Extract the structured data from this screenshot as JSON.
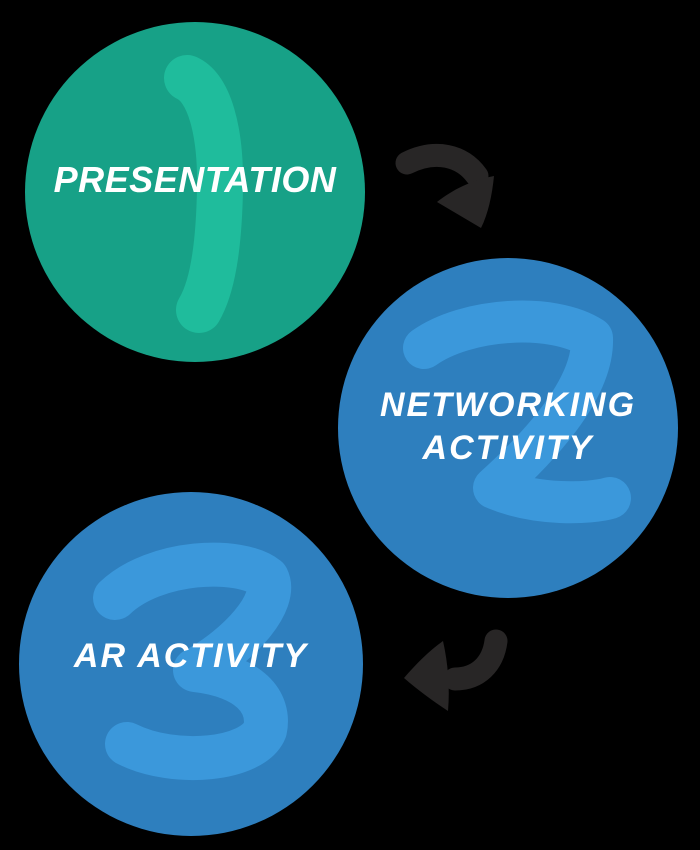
{
  "canvas": {
    "background_color": "#000000"
  },
  "diagram": {
    "kind": "three-step process cycle",
    "steps": [
      {
        "number": "1",
        "label": "PRESENTATION",
        "circle_color": "#17A187",
        "number_color": "#1FBC9C",
        "label_color": "#FFFFFF"
      },
      {
        "number": "2",
        "label": "NETWORKING ACTIVITY",
        "label_lines": [
          "NETWORKING",
          "ACTIVITY"
        ],
        "circle_color": "#2E7FBE",
        "number_color": "#3B98DB",
        "label_color": "#FFFFFF"
      },
      {
        "number": "3",
        "label": "AR ACTIVITY",
        "circle_color": "#2E7FBE",
        "number_color": "#3B98DB",
        "label_color": "#FFFFFF"
      }
    ],
    "arrows": [
      {
        "name": "arrow-step1-to-step2",
        "direction": "down-right",
        "color": "#282626"
      },
      {
        "name": "arrow-step2-to-step3",
        "direction": "down-left",
        "color": "#282626"
      }
    ]
  }
}
